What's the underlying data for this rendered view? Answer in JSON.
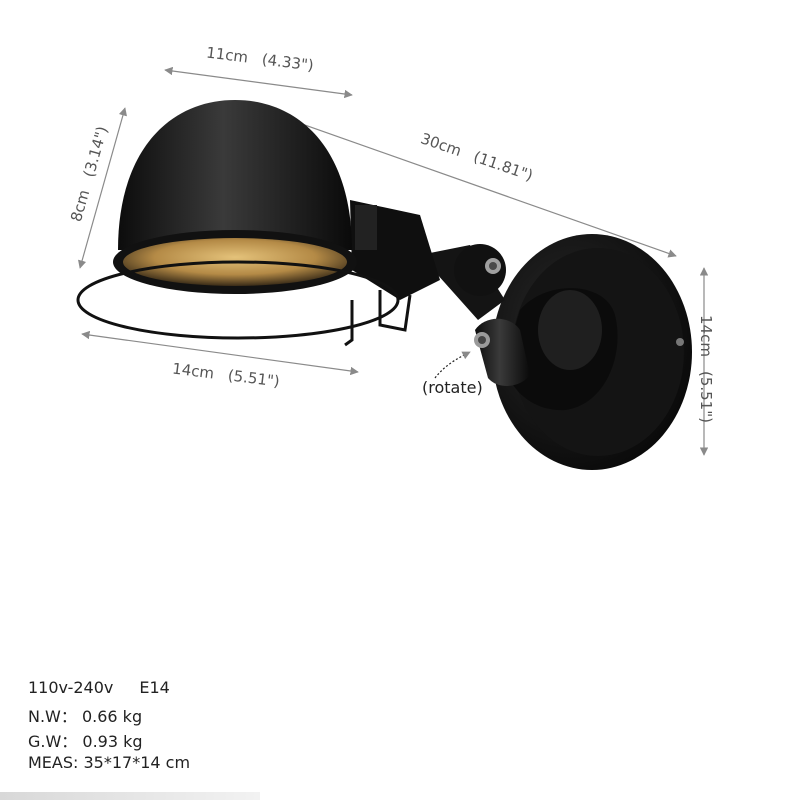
{
  "dimensions": {
    "top_width": {
      "metric": "11cm",
      "imperial": "(4.33\")"
    },
    "arm_length": {
      "metric": "30cm",
      "imperial": "(11.81\")"
    },
    "shade_height": {
      "metric": "8cm",
      "imperial": "(3.14\")"
    },
    "shade_width": {
      "metric": "14cm",
      "imperial": "(5.51\")"
    },
    "base_diameter": {
      "metric": "14cm",
      "imperial": "(5.51\")"
    }
  },
  "rotate_label": "(rotate)",
  "specs": {
    "voltage": "110v-240v",
    "socket": "E14",
    "net_weight": "N.W： 0.66 kg",
    "gross_weight": "G.W： 0.93 kg",
    "measure": "MEAS: 35*17*14 cm"
  },
  "colors": {
    "lamp_body": "#111111",
    "inner_glow": "#c9a55a",
    "dimension_line": "#8a8a8a"
  }
}
